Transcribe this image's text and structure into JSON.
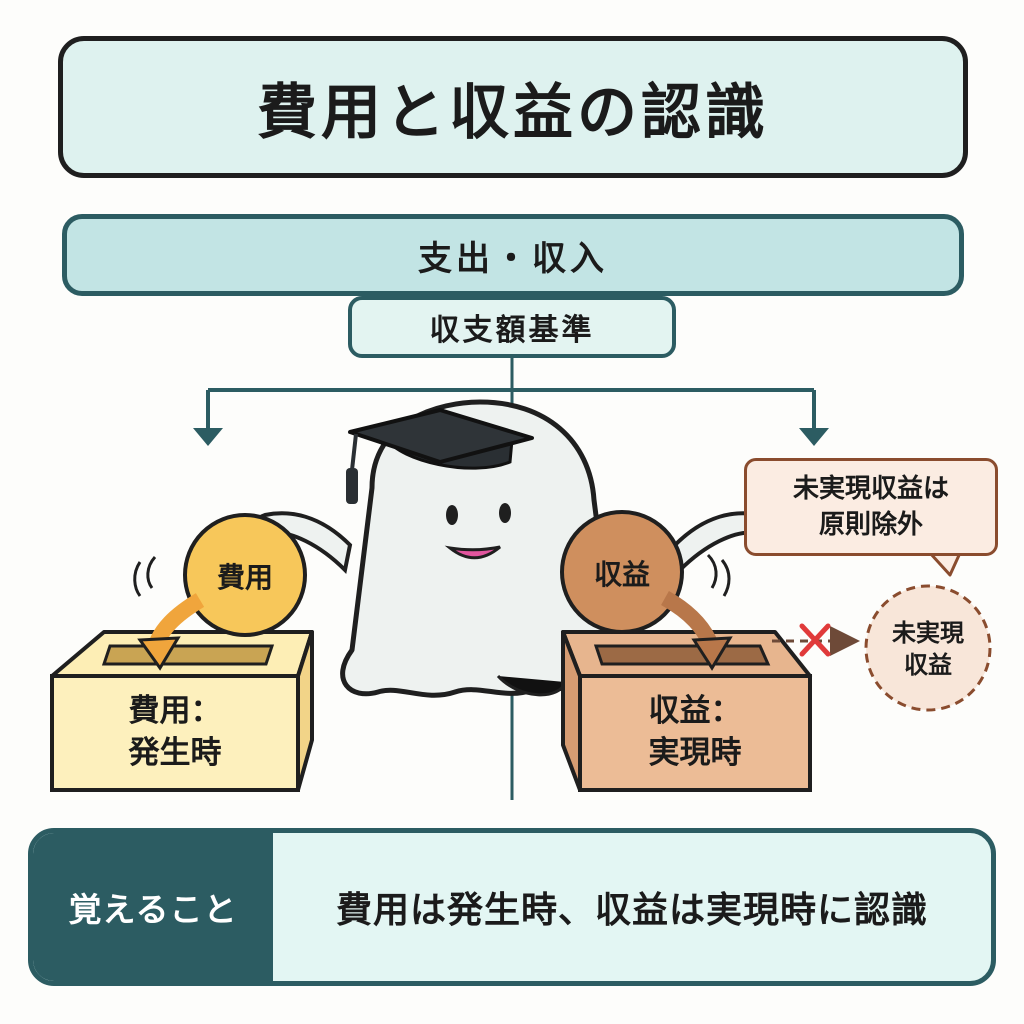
{
  "title": "費用と収益の認識",
  "inout_bar": "支出・収入",
  "basis": "収支額基準",
  "expense": {
    "coin": "費用",
    "box_line1": "費用：",
    "box_line2": "発生時"
  },
  "revenue": {
    "coin": "収益",
    "box_line1": "収益：",
    "box_line2": "実現時"
  },
  "bubble": {
    "line1": "未実現収益は",
    "line2": "原則除外"
  },
  "unrealized_circle": {
    "line1": "未実現",
    "line2": "収益"
  },
  "memo": {
    "heading": "覚えること",
    "text": "費用は発生時、収益は実現時に認識"
  },
  "colors": {
    "teal": "#2c5c62",
    "expense_coin": "#f7c75a",
    "expense_box": "#fdeeb5",
    "revenue_coin": "#cf8f5e",
    "revenue_box": "#e7b58e",
    "cross": "#e03a3a"
  }
}
